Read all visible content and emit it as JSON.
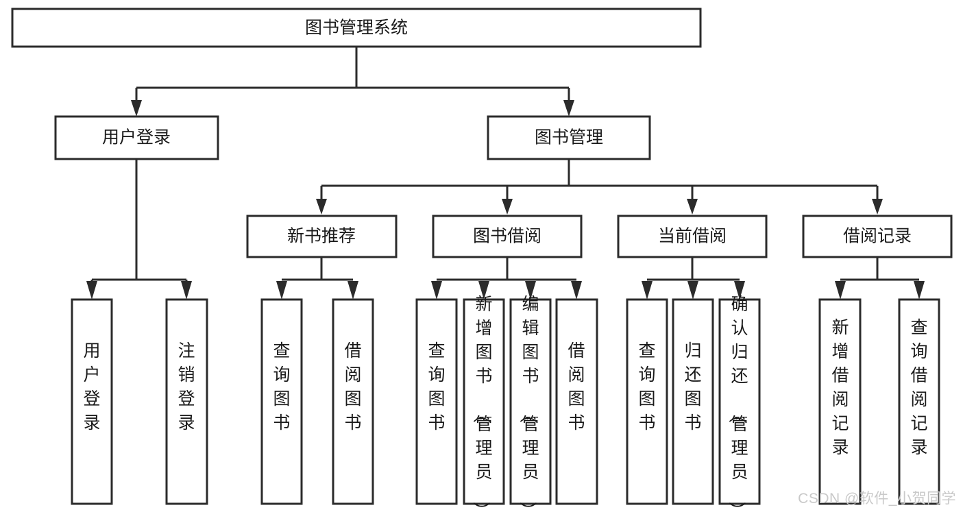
{
  "diagram": {
    "type": "tree-hierarchy",
    "title": "图书管理系统",
    "watermark": "CSDN @软件_小贺同学",
    "colors": {
      "stroke": "#2b2b2b",
      "fill": "#ffffff",
      "text": "#1a1a1a",
      "watermark": "#c9c9c9",
      "background": "#ffffff"
    },
    "levels": {
      "root": {
        "label": "图书管理系统"
      },
      "level1": [
        {
          "label": "用户登录"
        },
        {
          "label": "图书管理"
        }
      ],
      "level2": [
        {
          "label": "新书推荐"
        },
        {
          "label": "图书借阅"
        },
        {
          "label": "当前借阅"
        },
        {
          "label": "借阅记录"
        }
      ],
      "leaves": {
        "user_login": [
          {
            "label": "用户登录"
          },
          {
            "label": "注销登录"
          }
        ],
        "new_book_recommend": [
          {
            "label": "查询图书"
          },
          {
            "label": "借阅图书"
          }
        ],
        "book_borrow": [
          {
            "label": "查询图书"
          },
          {
            "label": "新增图书（管理员）"
          },
          {
            "label": "编辑图书（管理员）"
          },
          {
            "label": "借阅图书"
          }
        ],
        "current_borrow": [
          {
            "label": "查询图书"
          },
          {
            "label": "归还图书"
          },
          {
            "label": "确认归还（管理员）"
          }
        ],
        "borrow_record": [
          {
            "label": "新增借阅记录"
          },
          {
            "label": "查询借阅记录"
          }
        ]
      }
    }
  }
}
